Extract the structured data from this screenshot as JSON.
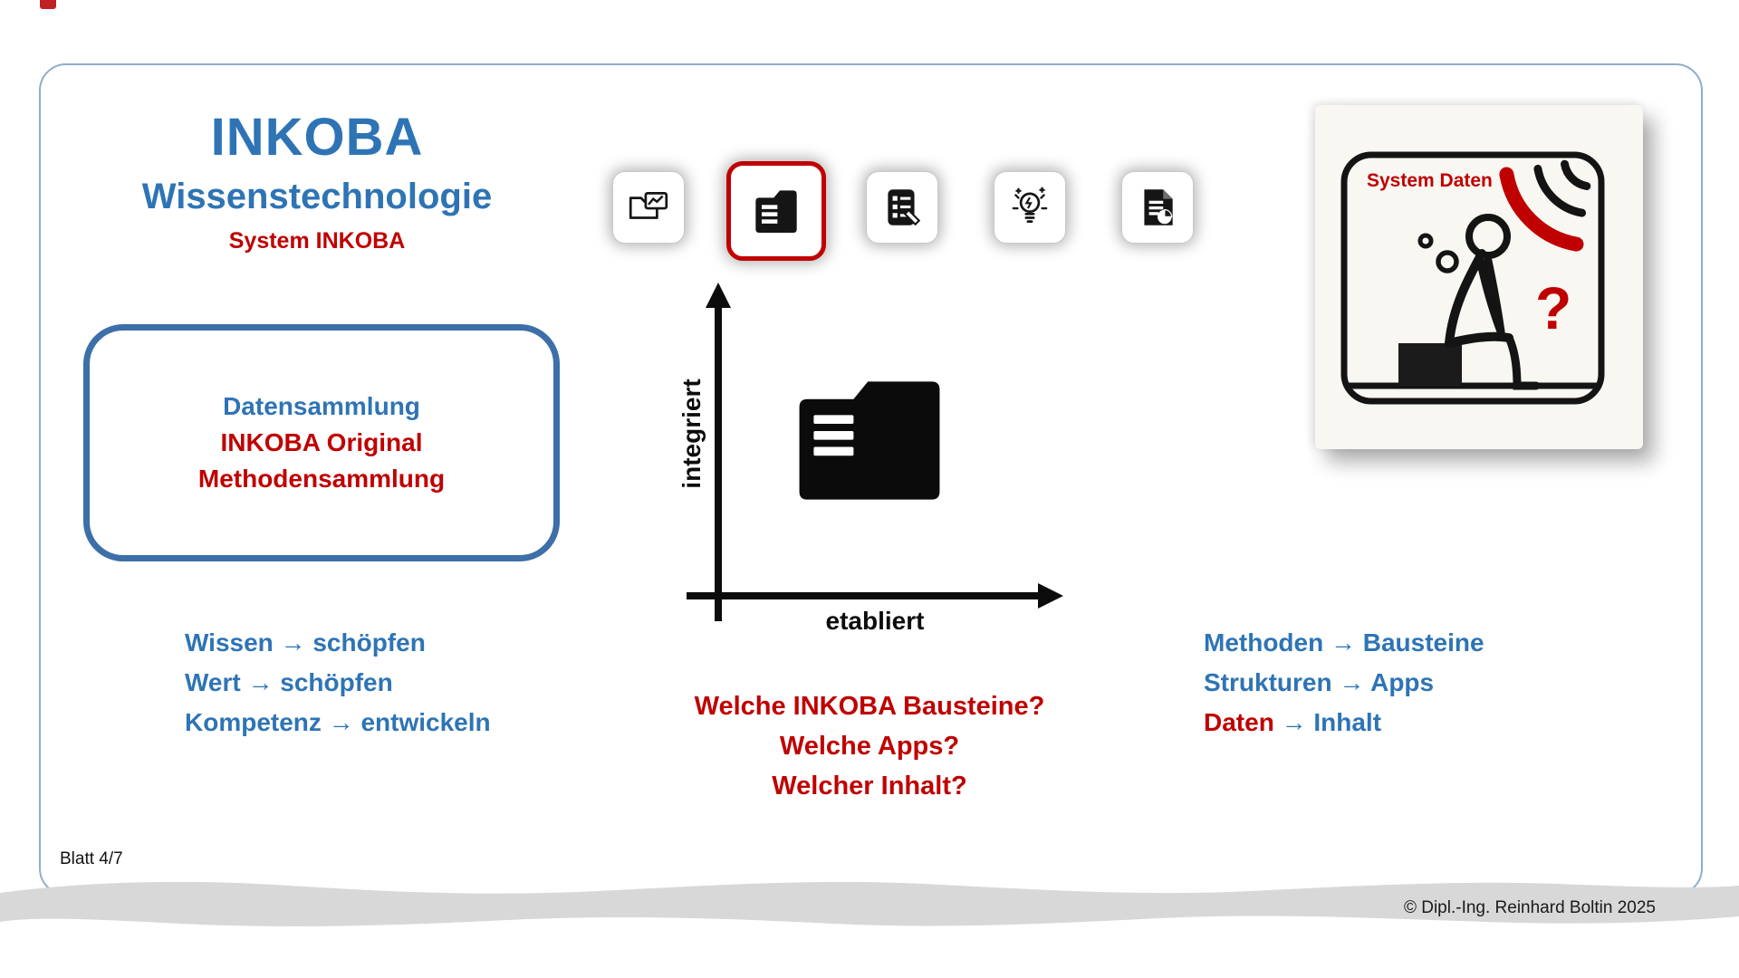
{
  "colors": {
    "accent_blue": "#2E74B5",
    "accent_red": "#C00000",
    "box_border_blue": "#3D6FA8",
    "slide_border_blue": "#8FAECB",
    "band_gray": "#D8D8D8",
    "icon_black": "#151515"
  },
  "header": {
    "title": "INKOBA",
    "subtitle": "Wissenstechnologie",
    "tagline": "System INKOBA"
  },
  "info_box": {
    "lines": [
      "Datensammlung",
      "INKOBA Original",
      "Methodensammlung"
    ]
  },
  "toolbar": {
    "icons": [
      {
        "name": "folder-image-icon",
        "active": false
      },
      {
        "name": "folder-document-icon",
        "active": true
      },
      {
        "name": "checklist-icon",
        "active": false
      },
      {
        "name": "idea-bulb-icon",
        "active": false
      },
      {
        "name": "document-chart-icon",
        "active": false
      }
    ],
    "active_index": 1
  },
  "chart": {
    "type": "axes-diagram",
    "y_axis_label": "integriert",
    "x_axis_label": "etabliert",
    "center_icon": "folder-document-icon"
  },
  "left_list": [
    "Wissen → schöpfen",
    "Wert → schöpfen",
    "Kompetenz → entwickeln"
  ],
  "right_list": {
    "item1": "Methoden → Bausteine",
    "item2": "Strukturen → Apps",
    "item3_lead": "Daten",
    "item3_rest": " → Inhalt"
  },
  "questions": [
    "Welche INKOBA Bausteine?",
    "Welche Apps?",
    "Welcher Inhalt?"
  ],
  "illustration": {
    "caption": "System Daten",
    "question_mark": "?"
  },
  "footer": {
    "sheet_label": "Blatt 4/7",
    "copyright": "© Dipl.-Ing. Reinhard Boltin 2025"
  }
}
